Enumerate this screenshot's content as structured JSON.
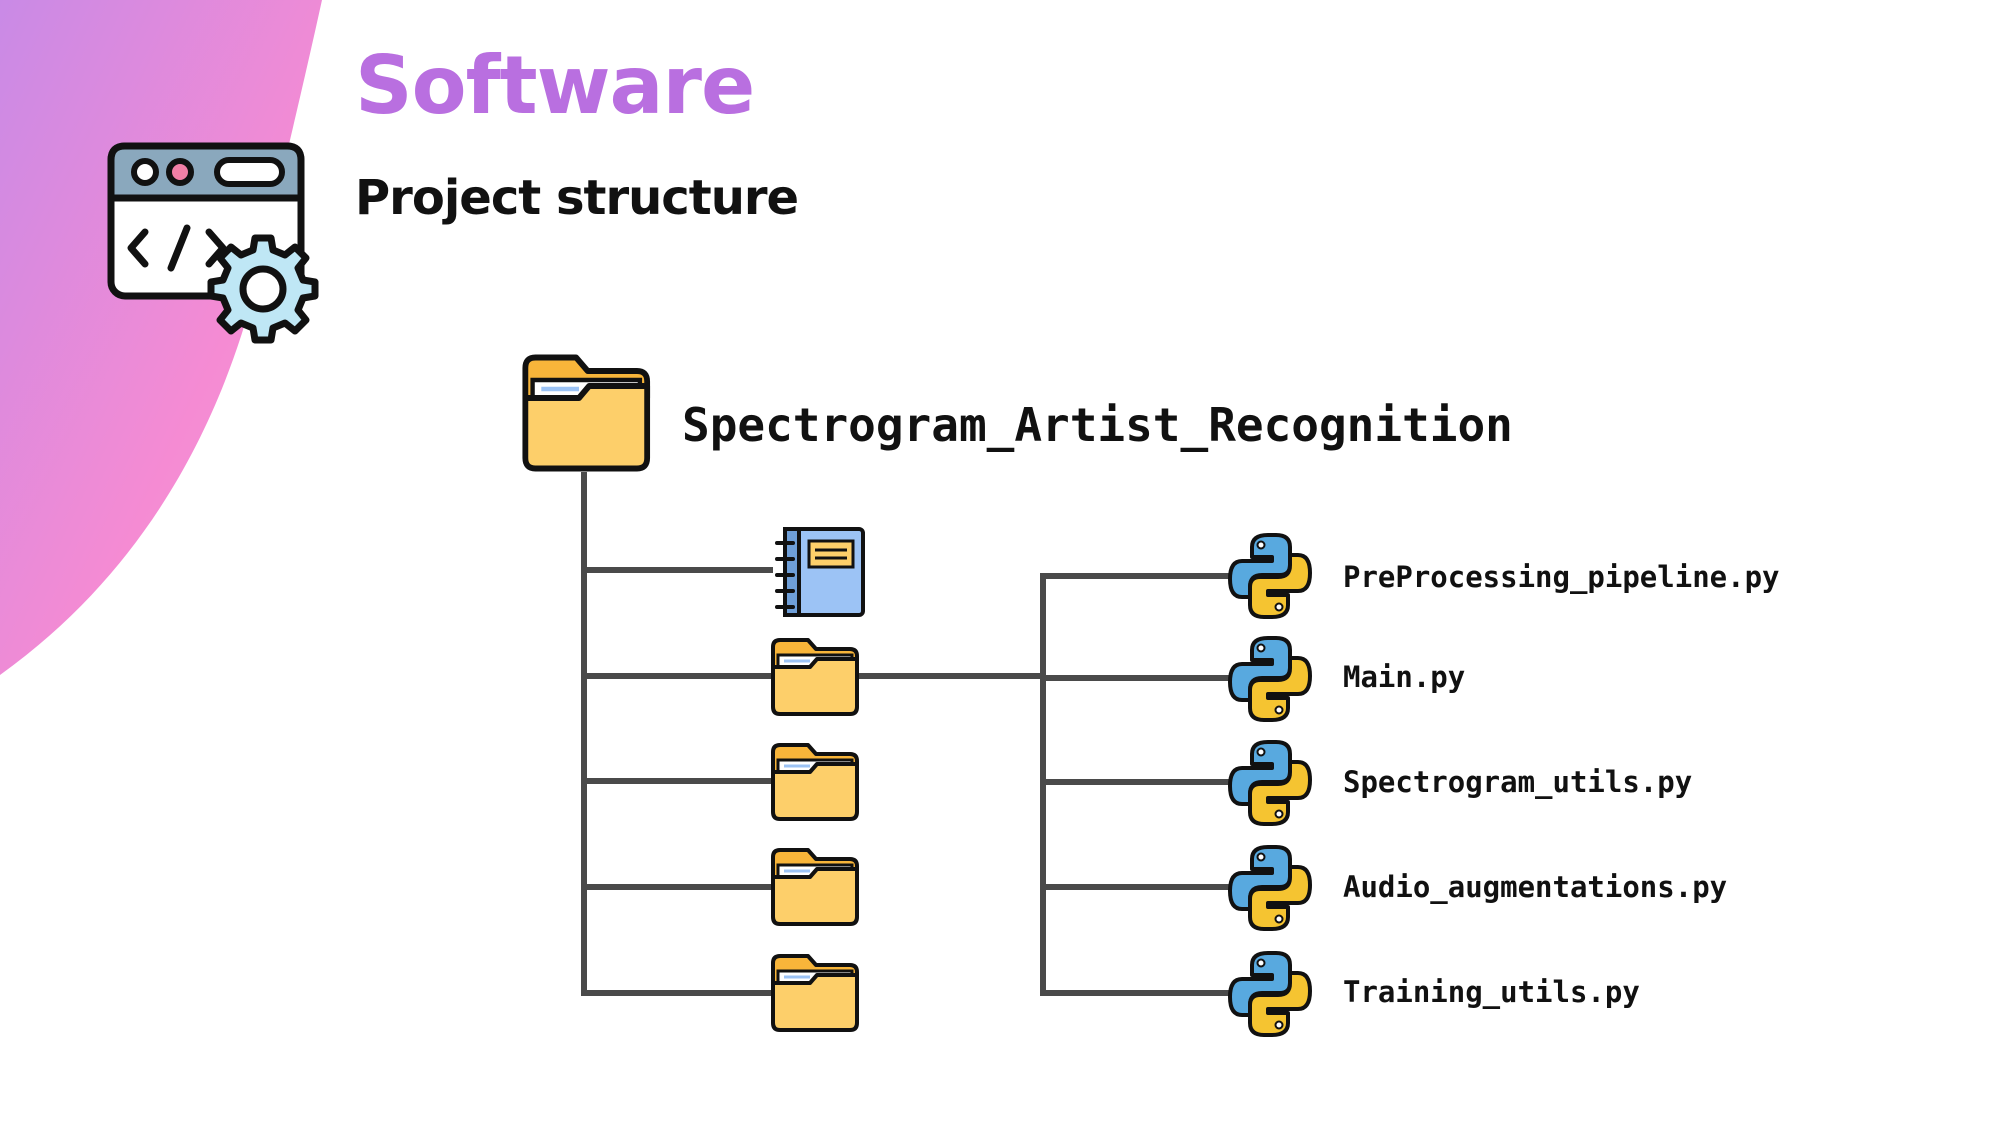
{
  "slide": {
    "title": "Software",
    "subtitle": "Project structure"
  },
  "colors": {
    "title": "#b96fe0",
    "accent_gradient": [
      "#c98ae6",
      "#f58bd3"
    ],
    "tree_line": "#4a4a4a",
    "folder": "#fdcf6a",
    "folder_tab": "#f8b53a",
    "notebook": "#9cc3f5",
    "python_blue": "#58a9df",
    "python_yellow": "#f5c431"
  },
  "tree": {
    "root": {
      "icon": "folder-icon",
      "label": "Spectrogram_Artist_Recognition"
    },
    "children": [
      {
        "icon": "notebook-icon"
      },
      {
        "icon": "folder-icon"
      },
      {
        "icon": "folder-icon"
      },
      {
        "icon": "folder-icon"
      },
      {
        "icon": "folder-icon"
      }
    ],
    "files": [
      {
        "icon": "python-icon",
        "label": "PreProcessing_pipeline.py"
      },
      {
        "icon": "python-icon",
        "label": "Main.py"
      },
      {
        "icon": "python-icon",
        "label": "Spectrogram_utils.py"
      },
      {
        "icon": "python-icon",
        "label": "Audio_augmentations.py"
      },
      {
        "icon": "python-icon",
        "label": "Training_utils.py"
      }
    ]
  }
}
